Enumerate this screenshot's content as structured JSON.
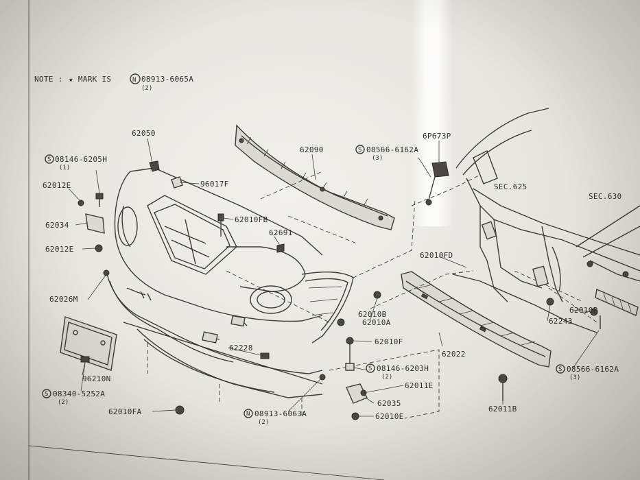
{
  "note": {
    "prefix": "NOTE :",
    "star_text": "★ MARK IS",
    "circle_glyph": "N",
    "part": "08913-6065A",
    "qty": "(2)"
  },
  "labels": {
    "p62050": "62050",
    "p08146_6205h": "08146-6205H",
    "p08146_6205h_qty": "(1)",
    "p62012e_top": "62012E",
    "p62034": "62034",
    "p62012e_bottom": "62012E",
    "p96017f": "96017F",
    "p62090": "62090",
    "p08566_6162a": "08566-6162A",
    "p08566_6162a_qty": "(3)",
    "p6p673p": "6P673P",
    "sec625": "SEC.625",
    "sec630": "SEC.630",
    "p62010fb": "62010FB",
    "p62691": "62691",
    "p62010fd": "62010FD",
    "p62026m": "62026M",
    "p62010b": "62010B",
    "p62010a": "62010A",
    "p62010f": "62010F",
    "p62022": "62022",
    "p62243": "62243",
    "p62010p": "62010P",
    "p62228": "62228",
    "p08146_6203h": "08146-6203H",
    "p08146_6203h_qty": "(2)",
    "p62011e": "62011E",
    "p62035": "62035",
    "p62010e": "62010E",
    "p08566_6162a_b": "08566-6162A",
    "p08566_6162a_b_qty": "(3)",
    "p62011b": "62011B",
    "p96210n": "96210N",
    "p08340_5252a": "08340-5252A",
    "p08340_5252a_qty": "(2)",
    "p62010fa": "62010FA",
    "p08913_6063a": "08913-6063A",
    "p08913_6063a_qty": "(2)",
    "s_glyph": "S"
  }
}
